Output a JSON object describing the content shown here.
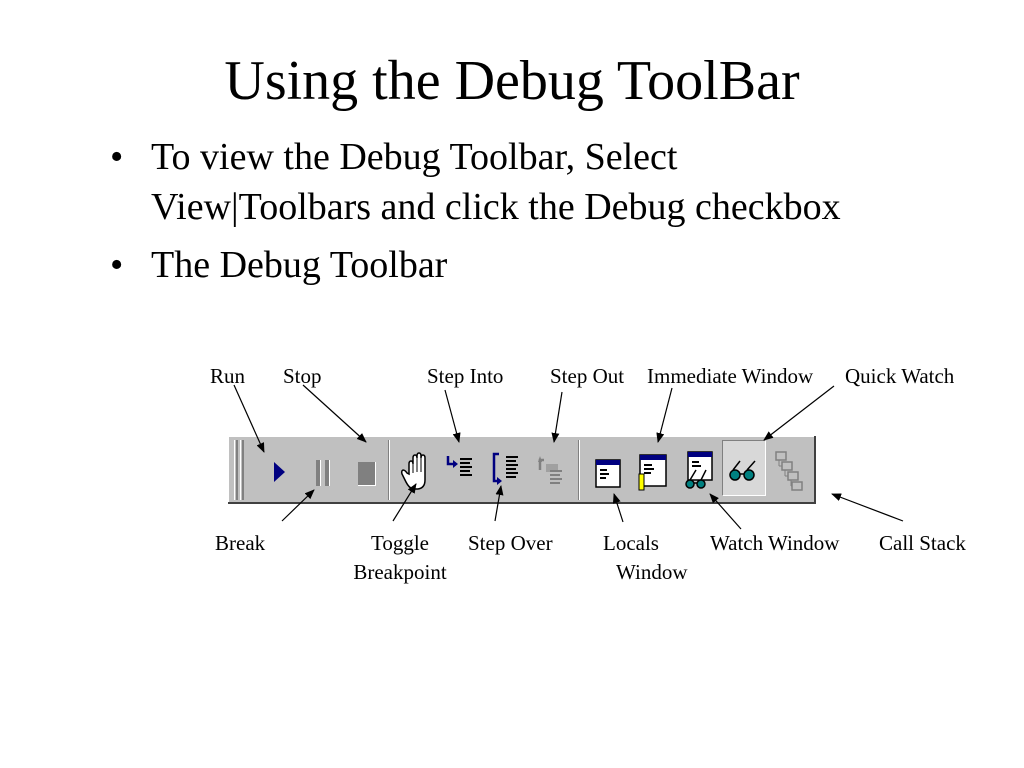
{
  "slide": {
    "title": "Using the Debug ToolBar",
    "bullet_char": "•",
    "bullets": [
      "To view the Debug Toolbar, Select View|Toolbars and click the Debug checkbox",
      "The Debug Toolbar"
    ]
  },
  "labels": {
    "run": "Run",
    "stop": "Stop",
    "step_into": "Step Into",
    "step_out": "Step Out",
    "immediate_window": "Immediate Window",
    "quick_watch": "Quick Watch",
    "break": "Break",
    "toggle_breakpoint_1": "Toggle",
    "toggle_breakpoint_2": "Breakpoint",
    "step_over": "Step Over",
    "locals_window_1": "Locals",
    "locals_window_2": "Window",
    "watch_window": "Watch Window",
    "call_stack": "Call Stack"
  },
  "toolbar": {
    "background": "#c0c0c0",
    "buttons": [
      {
        "name": "run-button",
        "icon": "play-icon",
        "state": "enabled"
      },
      {
        "name": "break-button",
        "icon": "pause-icon",
        "state": "disabled"
      },
      {
        "name": "stop-button",
        "icon": "stop-icon",
        "state": "disabled"
      },
      {
        "name": "toggle-breakpoint-button",
        "icon": "hand-icon",
        "state": "enabled"
      },
      {
        "name": "step-into-button",
        "icon": "step-into-icon",
        "state": "enabled"
      },
      {
        "name": "step-over-button",
        "icon": "step-over-icon",
        "state": "enabled"
      },
      {
        "name": "step-out-button",
        "icon": "step-out-icon",
        "state": "disabled"
      },
      {
        "name": "locals-window-button",
        "icon": "locals-window-icon",
        "state": "enabled"
      },
      {
        "name": "immediate-window-button",
        "icon": "immediate-window-icon",
        "state": "enabled"
      },
      {
        "name": "watch-window-button",
        "icon": "watch-window-icon",
        "state": "enabled"
      },
      {
        "name": "quick-watch-button",
        "icon": "glasses-icon",
        "state": "pressed"
      },
      {
        "name": "call-stack-button",
        "icon": "call-stack-icon",
        "state": "disabled"
      }
    ]
  },
  "colors": {
    "toolbar_gray": "#c0c0c0",
    "accent_blue": "#000080",
    "teal": "#008080",
    "disabled_gray": "#808080"
  }
}
